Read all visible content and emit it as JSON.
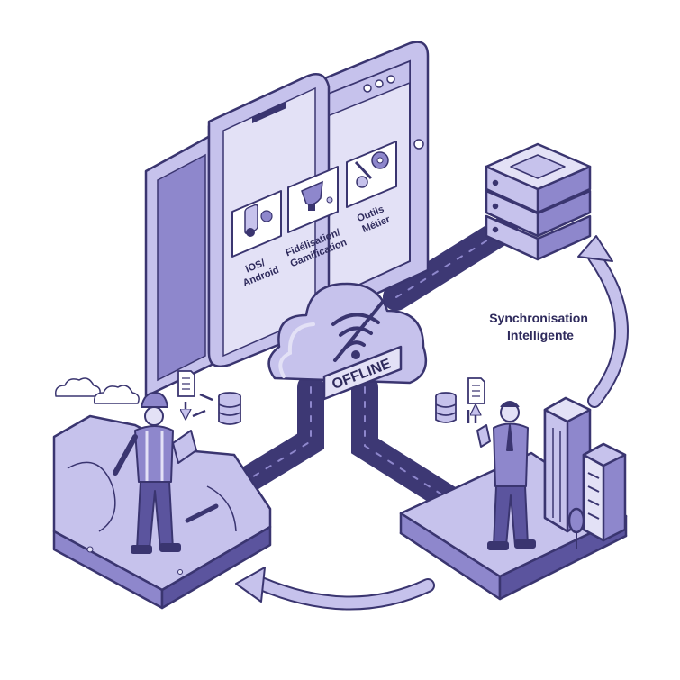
{
  "device_modules": [
    {
      "label_line1": "iOS/",
      "label_line2": "Android",
      "icon": "mobile-platform-icon"
    },
    {
      "label_line1": "Fidélisation/",
      "label_line2": "Gamification",
      "icon": "trophy-icon"
    },
    {
      "label_line1": "Outils",
      "label_line2": "Métier",
      "icon": "gears-tools-icon"
    }
  ],
  "cloud_badge": "OFFLINE",
  "sync_label": {
    "line1": "Synchronisation",
    "line2": "Intelligente"
  },
  "colors": {
    "outline": "#3a3570",
    "light": "#e3e1f6",
    "mid": "#c6c2ec",
    "dark": "#8e87cc",
    "deep": "#5b549e",
    "cable": "#3d3874"
  }
}
